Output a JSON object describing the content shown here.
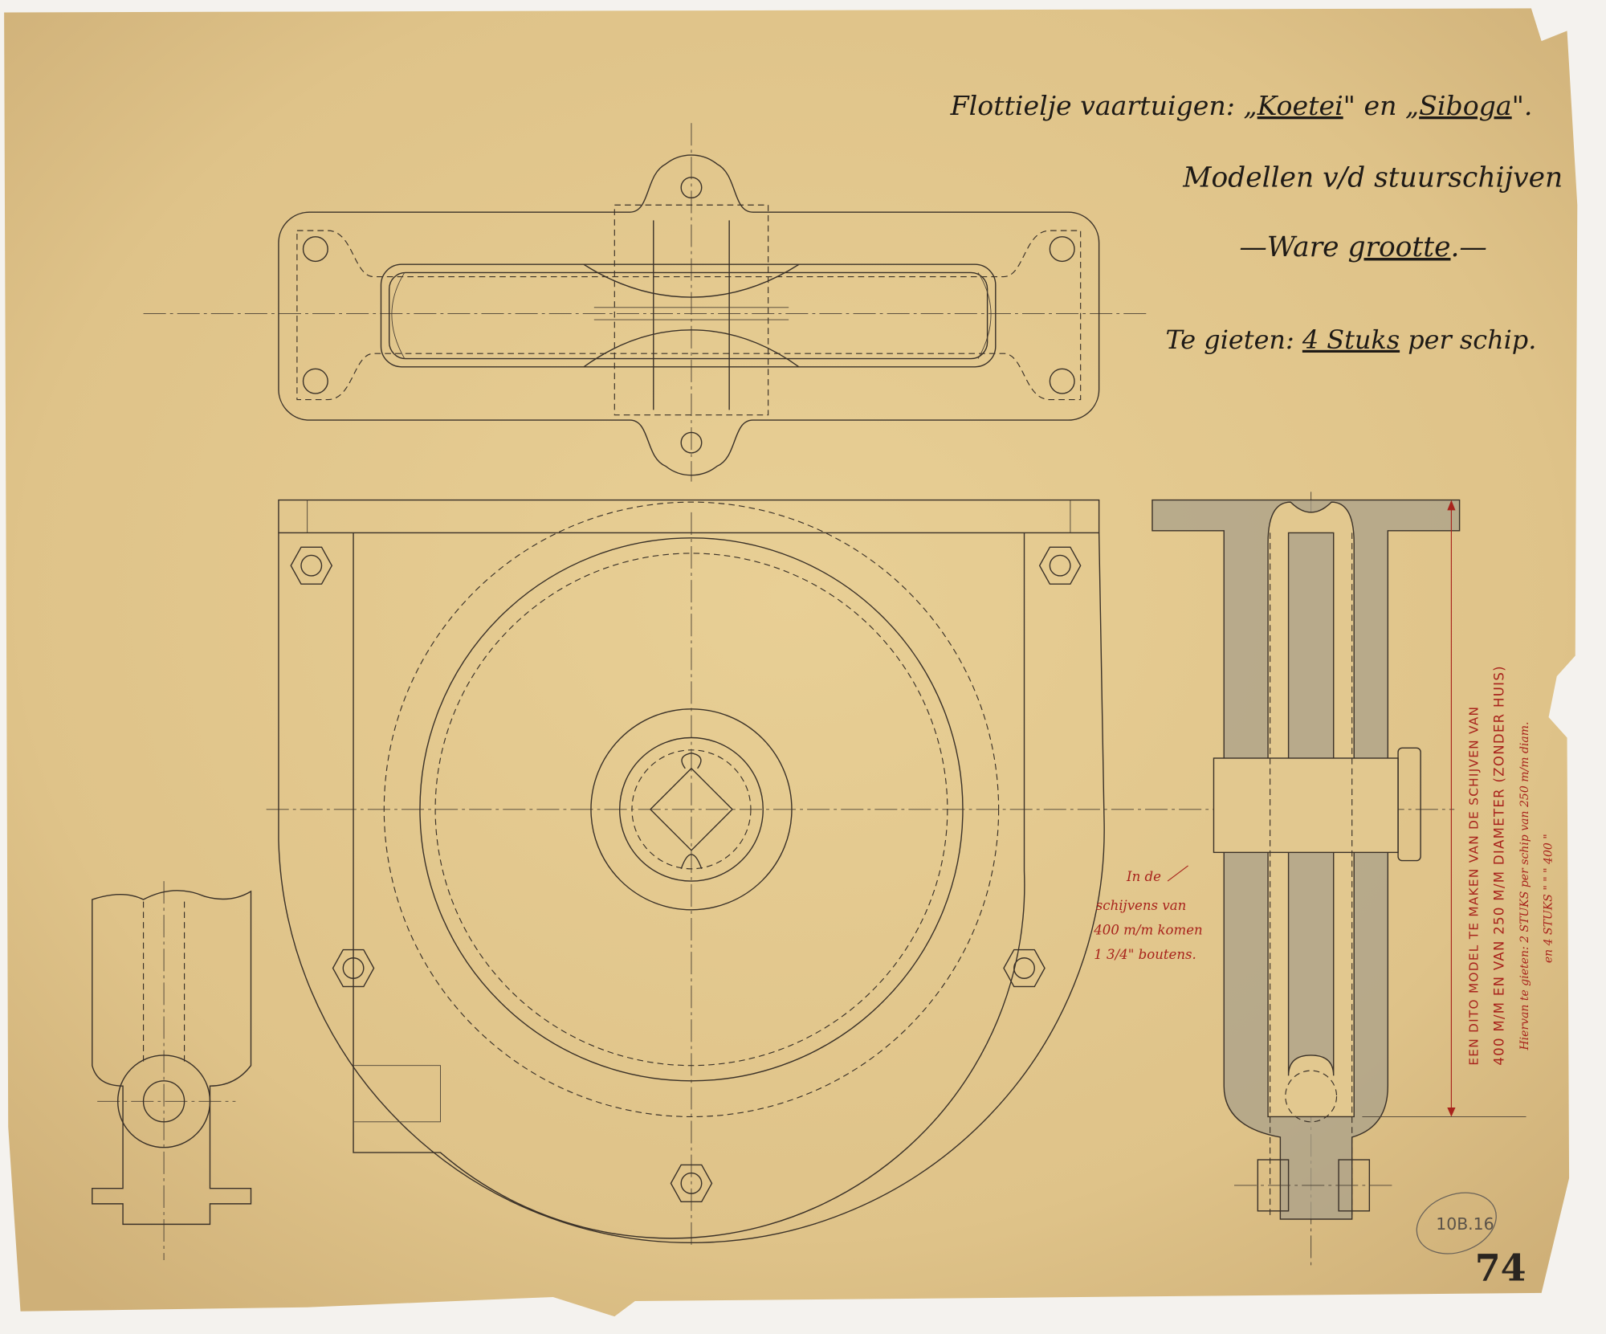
{
  "title_block": {
    "line1_prefix": "Flottielje vaartuigen: „",
    "line1_ship1": "Koetei",
    "line1_mid": "\" en „",
    "line1_ship2": "Siboga",
    "line1_end": "\".",
    "line2": "Modellen v/d stuurschijven",
    "line3_prefix": "—Ware ",
    "line3_underlined": "grootte",
    "line3_suffix": ".—",
    "line4_prefix": "Te gieten: ",
    "line4_underlined": "4 Stuks",
    "line4_suffix": " per schip."
  },
  "annotations": {
    "bolt_note": [
      "In de",
      "schijvens van",
      "400 m/m komen",
      "1 3/4\" boutens."
    ],
    "side_note_line1": "EEN DITO MODEL TE MAKEN VAN DE SCHIJVEN VAN",
    "side_note_line2": "400 M/M EN VAN 250 M/M DIAMETER (ZONDER HUIS)",
    "side_note_line3": "Hiervan te gieten: 2 STUKS per schip van 250 m/m diam.",
    "side_note_line4": "en 4 STUKS  \"  \"  \" 400  \""
  },
  "stamps": {
    "archive_ref": "10B.16",
    "sheet_number": "74"
  },
  "colors": {
    "paper": "#e2c88f",
    "ink": "#3a3128",
    "red_ink": "#a8231c"
  }
}
